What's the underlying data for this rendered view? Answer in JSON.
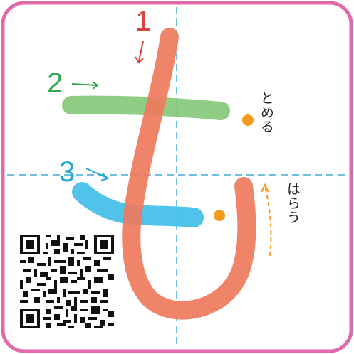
{
  "stroke_numbers": [
    {
      "label": "1",
      "color": "#d9413c"
    },
    {
      "label": "2",
      "color": "#2fa84f"
    },
    {
      "label": "3",
      "color": "#20a8d4"
    }
  ],
  "annotations": {
    "tome": "とめる",
    "harau": "はらう"
  },
  "colors": {
    "frame": "#e06aaa",
    "guide": "#6fbfe0",
    "stroke1": "#ef7a5c",
    "stroke2": "#7dc46f",
    "stroke3": "#3dbde8",
    "marker": "#f39b1f"
  },
  "icons": {
    "qr": "qr-code-icon"
  }
}
